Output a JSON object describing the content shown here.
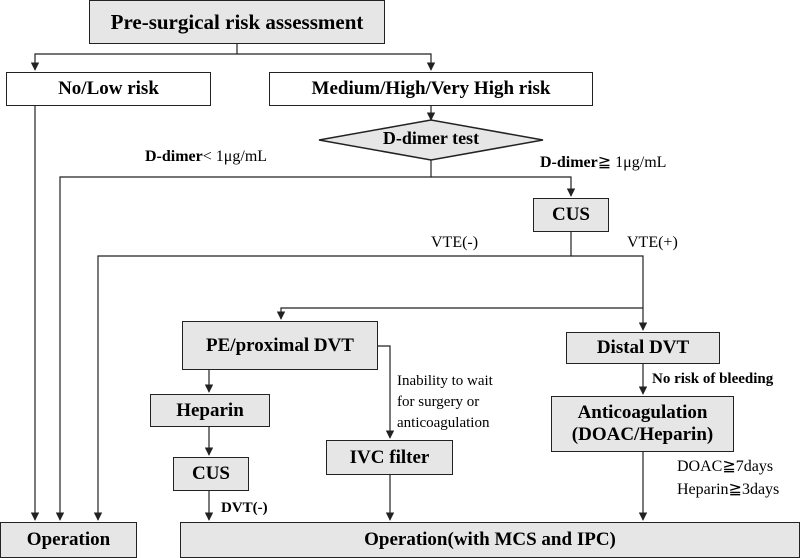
{
  "colors": {
    "box_fill_gray": "#e6e6e6",
    "box_fill_white": "#ffffff",
    "line": "#222222",
    "text": "#000000"
  },
  "boxes": {
    "pre_surgical": "Pre-surgical risk assessment",
    "no_low_risk": "No/Low risk",
    "medium_high_risk": "Medium/High/Very High risk",
    "d_dimer_test": "D-dimer test",
    "cus_top": "CUS",
    "pe_proximal_dvt": "PE/proximal DVT",
    "distal_dvt": "Distal DVT",
    "heparin": "Heparin",
    "cus_bottom": "CUS",
    "ivc_filter": "IVC filter",
    "anticoagulation_line1": "Anticoagulation",
    "anticoagulation_line2": "(DOAC/Heparin)",
    "operation_left": "Operation",
    "operation_main": "Operation(with MCS and IPC)"
  },
  "labels": {
    "d_dimer_low_bold": "D-dimer",
    "d_dimer_low_rest": "< 1μg/mL",
    "d_dimer_high_bold": "D-dimer",
    "d_dimer_high_rest": "≧ 1μg/mL",
    "vte_negative": "VTE(-)",
    "vte_positive": "VTE(+)",
    "inability_line1": "Inability to wait",
    "inability_line2": "for surgery or",
    "inability_line3": "anticoagulation",
    "no_risk_bleeding": "No risk of bleeding",
    "doac_days": "DOAC≧7days",
    "heparin_days": "Heparin≧3days",
    "dvt_negative": "DVT(-)"
  }
}
